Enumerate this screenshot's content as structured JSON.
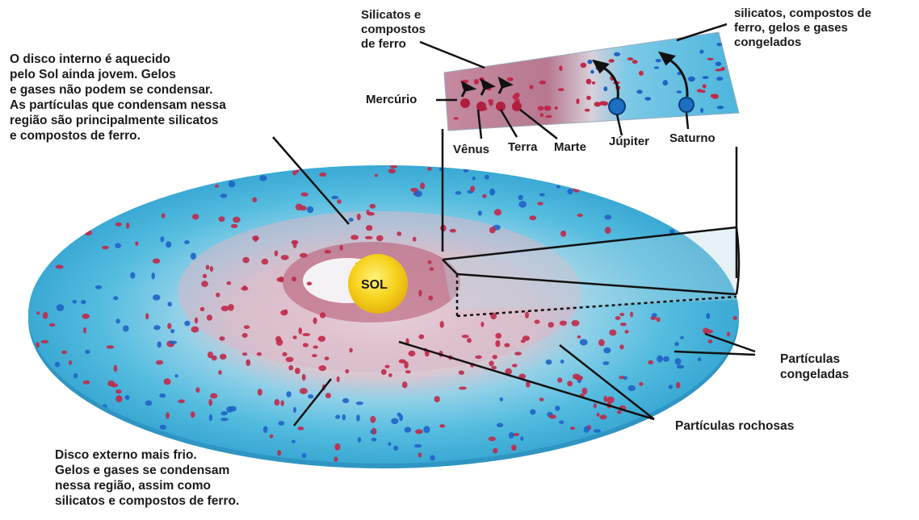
{
  "diagram": {
    "sun_label": "SOL",
    "inner_disk_note": "O disco interno é aquecido\npelo Sol ainda jovem. Gelos\ne gases não podem se condensar.\nAs partículas que condensam nessa\nregião são principalmente silicatos\ne compostos de ferro.",
    "outer_disk_note": "Disco externo mais frio.\nGelos e gases se condensam\nnessa região, assim como\nsilicatos e compostos de ferro.",
    "frozen_particles_label": "Partículas\ncongeladas",
    "rocky_particles_label": "Partículas rochosas",
    "inset_inner_materials": "Silicatos e\ncompostos\nde ferro",
    "inset_outer_materials": "silicatos, compostos de\nferro, gelos e gases\ncongelados",
    "planets": [
      "Mercúrio",
      "Vênus",
      "Terra",
      "Marte",
      "Júpiter",
      "Saturno"
    ],
    "colors": {
      "outer_disk": "#52b8dc",
      "inner_disk": "#e9d8de",
      "rocky": "#c0294a",
      "icy": "#1f63c6",
      "sun": "#f4cc1a"
    }
  }
}
